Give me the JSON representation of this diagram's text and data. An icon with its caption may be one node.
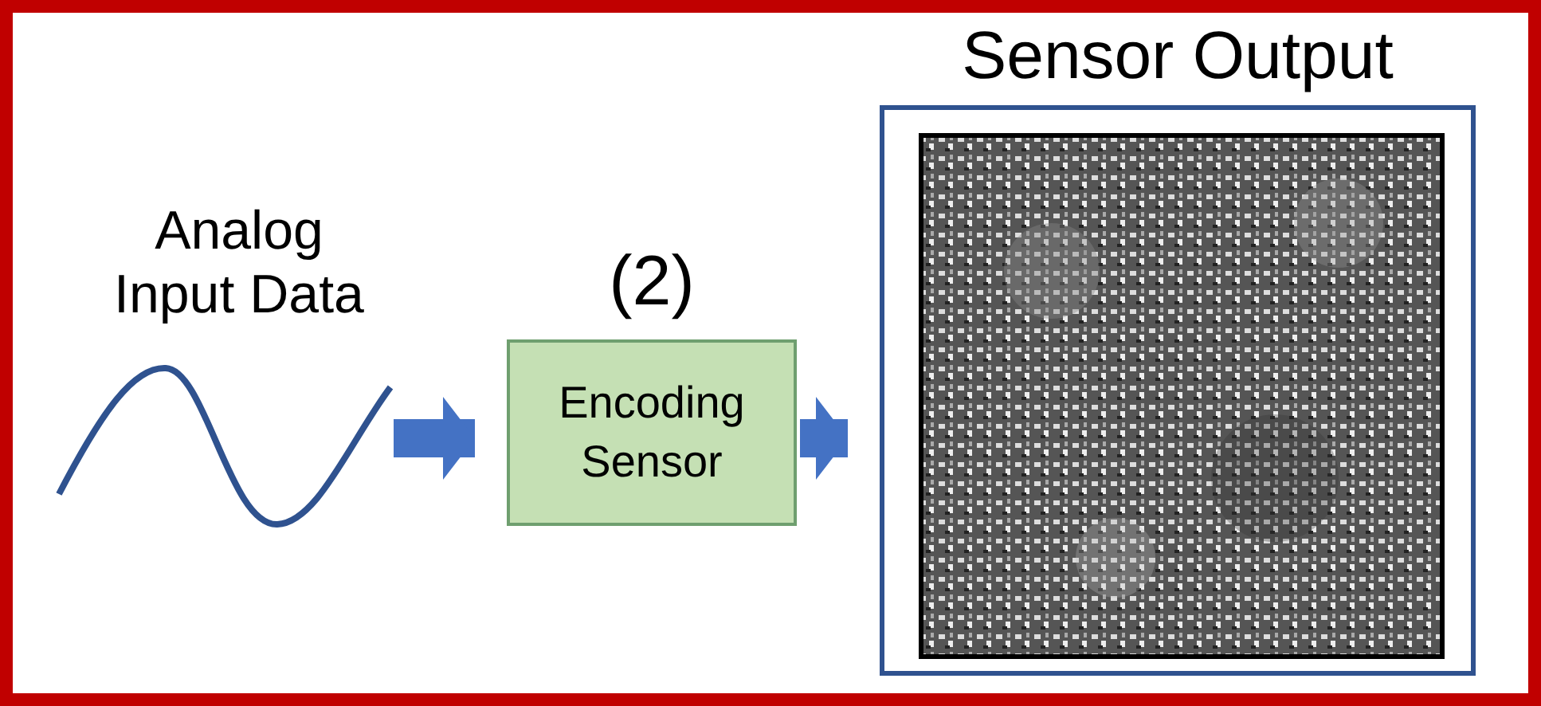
{
  "diagram": {
    "nodes": [
      {
        "text": [
          "Analog Input Data"
        ]
      },
      {
        "text": [
          "Encoding Sensor"
        ],
        "beside": [
          "(2)"
        ]
      },
      {
        "text": [
          "Sensor Output"
        ]
      }
    ],
    "edges": [
      {
        "from": 0,
        "to": 1,
        "arrow": "to"
      },
      {
        "from": 1,
        "to": 2,
        "arrow": "to"
      }
    ]
  }
}
